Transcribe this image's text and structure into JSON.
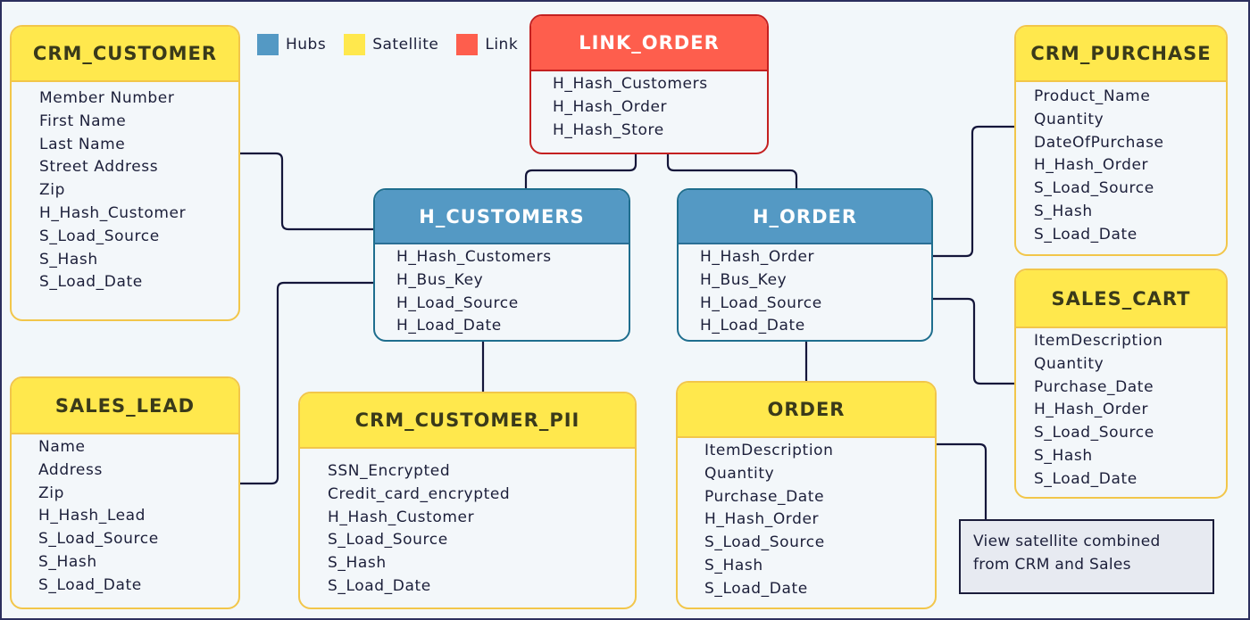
{
  "legend": [
    {
      "label": "Hubs",
      "color": "#5499c4"
    },
    {
      "label": "Satellite",
      "color": "#ffe84d"
    },
    {
      "label": "Link",
      "color": "#fe5e4d"
    }
  ],
  "entities": {
    "crm_customer": {
      "type": "satellite",
      "title": "CRM_CUSTOMER",
      "fields": [
        "Member Number",
        "First Name",
        "Last Name",
        "Street Address",
        "Zip",
        "H_Hash_Customer",
        "S_Load_Source",
        "S_Hash",
        "S_Load_Date"
      ]
    },
    "link_order": {
      "type": "link",
      "title": "LINK_ORDER",
      "fields": [
        "H_Hash_Customers",
        "H_Hash_Order",
        "H_Hash_Store"
      ]
    },
    "crm_purchase": {
      "type": "satellite",
      "title": "CRM_PURCHASE",
      "fields": [
        "Product_Name",
        "Quantity",
        "DateOfPurchase",
        "H_Hash_Order",
        "S_Load_Source",
        "S_Hash",
        "S_Load_Date"
      ]
    },
    "h_customers": {
      "type": "hub",
      "title": "H_CUSTOMERS",
      "fields": [
        "H_Hash_Customers",
        "H_Bus_Key",
        "H_Load_Source",
        "H_Load_Date"
      ]
    },
    "h_order": {
      "type": "hub",
      "title": "H_ORDER",
      "fields": [
        "H_Hash_Order",
        "H_Bus_Key",
        "H_Load_Source",
        "H_Load_Date"
      ]
    },
    "sales_cart": {
      "type": "satellite",
      "title": "SALES_CART",
      "fields": [
        "ItemDescription",
        "Quantity",
        "Purchase_Date",
        "H_Hash_Order",
        "S_Load_Source",
        "S_Hash",
        "S_Load_Date"
      ]
    },
    "sales_lead": {
      "type": "satellite",
      "title": "SALES_LEAD",
      "fields": [
        "Name",
        "Address",
        "Zip",
        "H_Hash_Lead",
        "S_Load_Source",
        "S_Hash",
        "S_Load_Date"
      ]
    },
    "crm_customer_pii": {
      "type": "satellite",
      "title": "CRM_CUSTOMER_PII",
      "fields": [
        "SSN_Encrypted",
        "Credit_card_encrypted",
        "H_Hash_Customer",
        "S_Load_Source",
        "S_Hash",
        "S_Load_Date"
      ]
    },
    "order": {
      "type": "satellite",
      "title": "ORDER",
      "fields": [
        "ItemDescription",
        "Quantity",
        "Purchase_Date",
        "H_Hash_Order",
        "S_Load_Source",
        "S_Hash",
        "S_Load_Date"
      ]
    }
  },
  "note": {
    "text": "View satellite combined from CRM and Sales"
  },
  "connections": [
    {
      "from": "crm_customer",
      "to": "h_customers"
    },
    {
      "from": "sales_lead",
      "to": "h_customers"
    },
    {
      "from": "h_customers",
      "to": "crm_customer_pii"
    },
    {
      "from": "link_order",
      "to": "h_customers"
    },
    {
      "from": "link_order",
      "to": "h_order"
    },
    {
      "from": "h_order",
      "to": "crm_purchase"
    },
    {
      "from": "h_order",
      "to": "sales_cart"
    },
    {
      "from": "h_order",
      "to": "order"
    },
    {
      "from": "order",
      "to": "note"
    }
  ],
  "colors": {
    "hub": "#5499c4",
    "satellite": "#ffe84d",
    "link": "#fe5e4d",
    "connector": "#14163a"
  }
}
